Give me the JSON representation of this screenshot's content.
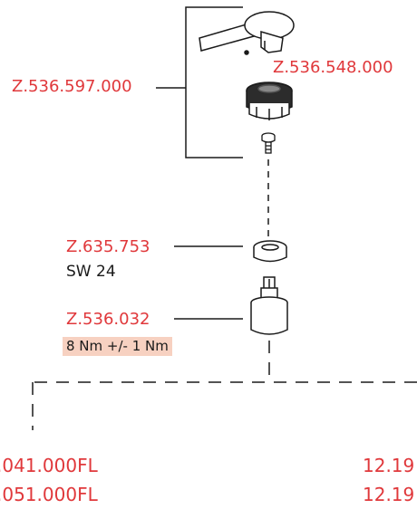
{
  "parts": {
    "handle_assembly": "Z.536.597.000",
    "cap": "Z.536.548.000",
    "nut": "Z.635.753",
    "nut_spec": "SW 24",
    "cartridge": "Z.536.032",
    "cartridge_torque": "8 Nm +/- 1 Nm"
  },
  "bottom_refs": {
    "left_line1": ".041.000FL",
    "left_line2": ".051.000FL",
    "right_line1": "12.19",
    "right_line2": "12.19"
  },
  "colors": {
    "label_red": "#e0383b",
    "torque_highlight": "#f7d1c1",
    "line": "#1a1a1a"
  }
}
